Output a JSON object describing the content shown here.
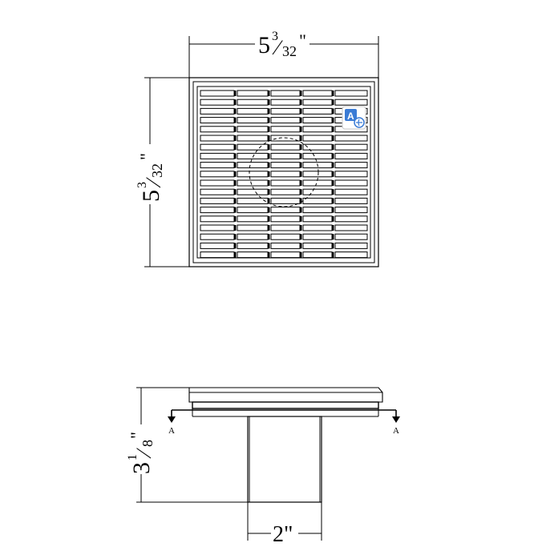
{
  "top_view": {
    "width_dimension": {
      "whole": "5",
      "num": "3",
      "den": "32",
      "unit": "\""
    },
    "height_dimension": {
      "whole": "5",
      "num": "3",
      "den": "32",
      "unit": "\""
    },
    "translate_badge": {
      "icon": "translate-icon",
      "label": "A"
    }
  },
  "side_view": {
    "height_dimension": {
      "whole": "3",
      "num": "1",
      "den": "8",
      "unit": "\""
    },
    "pipe_dimension": {
      "text": "2\""
    },
    "section_label_left": "A",
    "section_label_right": "A"
  },
  "colors": {
    "line": "#000000",
    "background": "#ffffff",
    "badge_blue": "#3a7bd5"
  }
}
